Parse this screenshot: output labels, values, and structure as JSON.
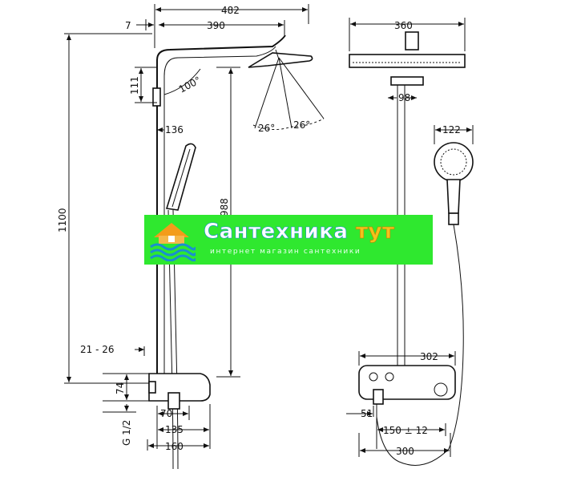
{
  "dimensions": {
    "width_482": "482",
    "width_390": "390",
    "offset_7": "7",
    "height_111": "111",
    "angle_100": "100°",
    "width_136": "136",
    "height_1100": "1100",
    "height_988": "988",
    "range_21_26": "21 - 26",
    "height_74": "74",
    "thread_g12": "G 1/2",
    "width_70": "70",
    "width_135": "135",
    "width_160": "160",
    "angle_26_left": "26°",
    "angle_26_right": "26°",
    "head_360": "360",
    "pipe_98": "98",
    "hand_122": "122",
    "thermo_302": "302",
    "offset_51": "51",
    "spacing_150": "150 ± 12",
    "span_300": "300"
  },
  "watermark": {
    "title_main": "Сантехника",
    "title_accent": " тут",
    "subtitle": "интернет магазин сантехники",
    "colors": {
      "background": "#2fe82f",
      "text": "#ffffff",
      "accent": "#f3c21b",
      "outline": "#1a8fd0"
    }
  }
}
